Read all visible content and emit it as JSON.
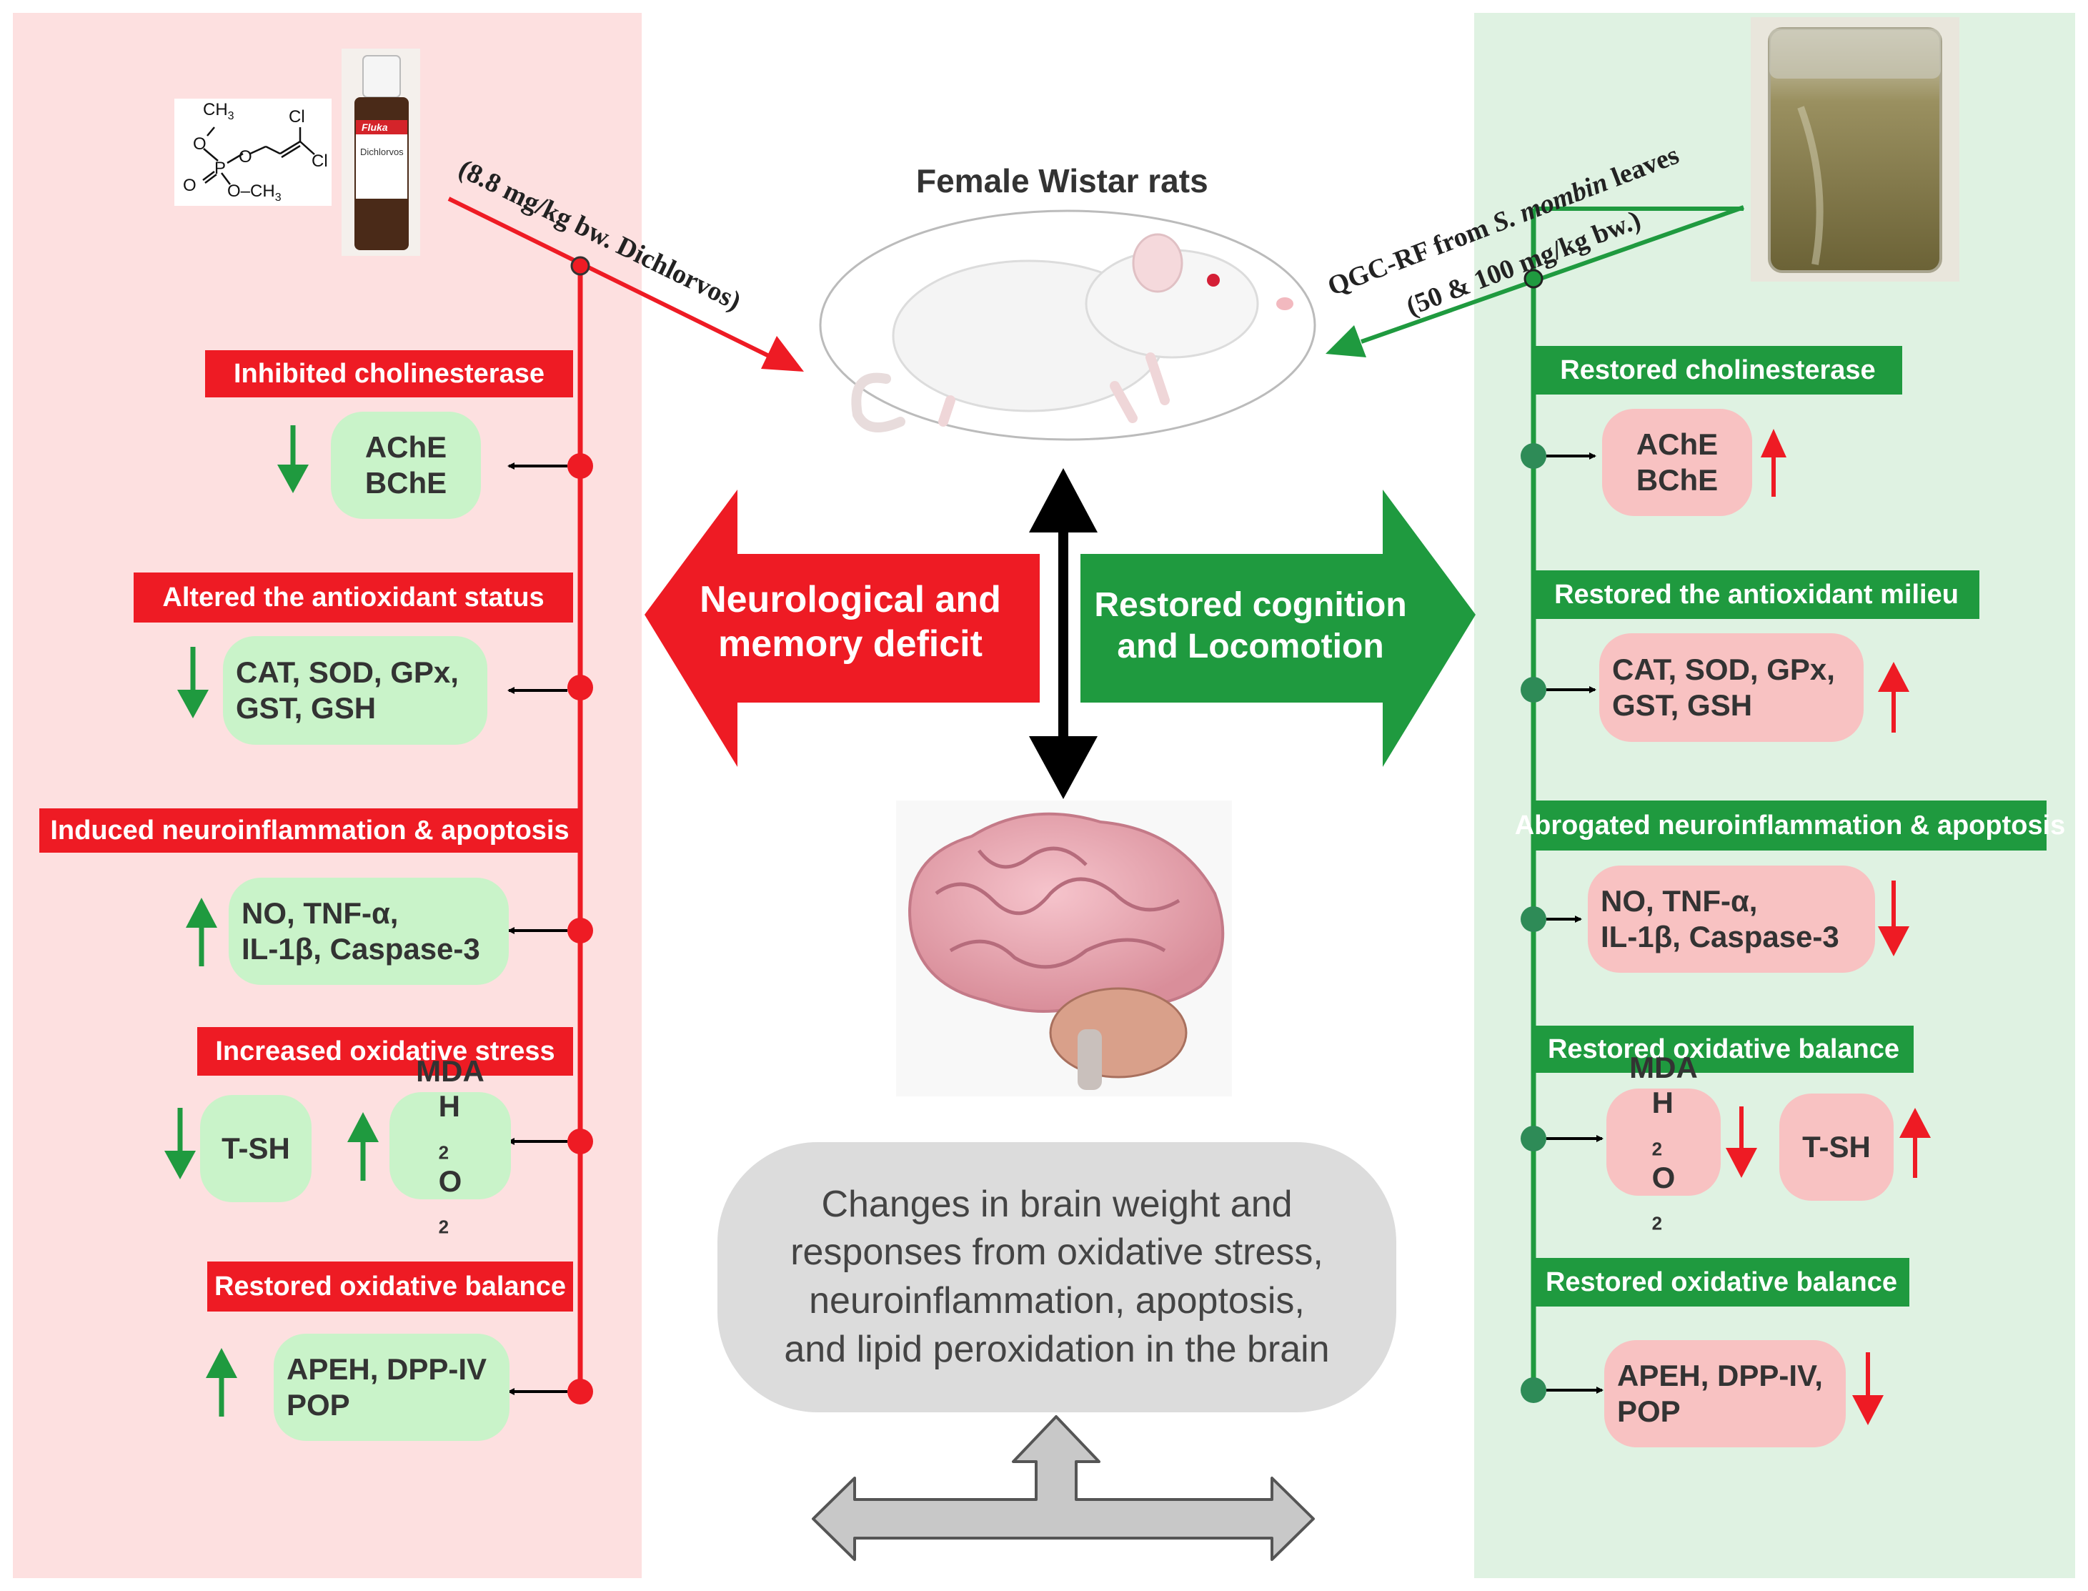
{
  "title": "Female Wistar rats",
  "left_dose": "(8.8 mg/kg bw. Dichlorvos)",
  "right_dose_line1_pre": "QGC-RF from ",
  "right_dose_line1_italic": "S. mombin",
  "right_dose_line1_post": " leaves",
  "right_dose_line2": "(50 & 100 mg/kg bw.)",
  "chemical": {
    "ch3_top": "CH",
    "ch3_top_sub": "3",
    "o_top": "O",
    "cl_top": "Cl",
    "cl_right": "Cl",
    "p_atom": "P",
    "o_left": "O",
    "o_mid": "O",
    "och3": "O–CH",
    "och3_sub": "3"
  },
  "bottle_brand": "Fluka",
  "bottle_label": "Dichlorvos",
  "center_left_arrow": [
    "Neurological and",
    "memory deficit"
  ],
  "center_right_arrow": [
    "Restored cognition",
    "and Locomotion"
  ],
  "changes_text": [
    "Changes in brain weight and",
    "responses from oxidative stress,",
    "neuroinflammation, apoptosis,",
    "and lipid peroxidation in the brain"
  ],
  "left": {
    "headers": [
      "Inhibited cholinesterase",
      "Altered the antioxidant status",
      "Induced neuroinflammation & apoptosis",
      "Increased oxidative stress",
      "Restored oxidative balance"
    ],
    "pill1": [
      "AChE",
      "BChE"
    ],
    "pill2": [
      "CAT, SOD, GPx,",
      "GST, GSH"
    ],
    "pill3": [
      "NO, TNF-α,",
      "IL-1β, Caspase-3"
    ],
    "pill4a": [
      "T-SH"
    ],
    "pill4b_line1": "MDA",
    "pill4b_h": "H",
    "pill4b_sub2": "2",
    "pill4b_o": "O",
    "pill5": [
      "APEH, DPP-IV",
      "POP"
    ]
  },
  "right": {
    "headers": [
      "Restored cholinesterase",
      "Restored the antioxidant milieu",
      "Abrogated neuroinflammation & apoptosis",
      "Restored oxidative balance",
      "Restored oxidative balance"
    ],
    "pill1": [
      "AChE",
      "BChE"
    ],
    "pill2": [
      "CAT, SOD, GPx,",
      "GST, GSH"
    ],
    "pill3": [
      "NO, TNF-α,",
      "IL-1β, Caspase-3"
    ],
    "pill4a_line1": "MDA",
    "pill4a_h": "H",
    "pill4a_sub2": "2",
    "pill4a_o": "O",
    "pill4b": [
      "T-SH"
    ],
    "pill5": [
      "APEH, DPP-IV,",
      "POP"
    ]
  },
  "colors": {
    "red": "#ee1b24",
    "green": "#1f9a3f",
    "pink_panel": "#fde0e0",
    "green_panel": "#dff2e2",
    "pill_green": "#c9f3c9",
    "pill_pink": "#f8c2c2"
  }
}
